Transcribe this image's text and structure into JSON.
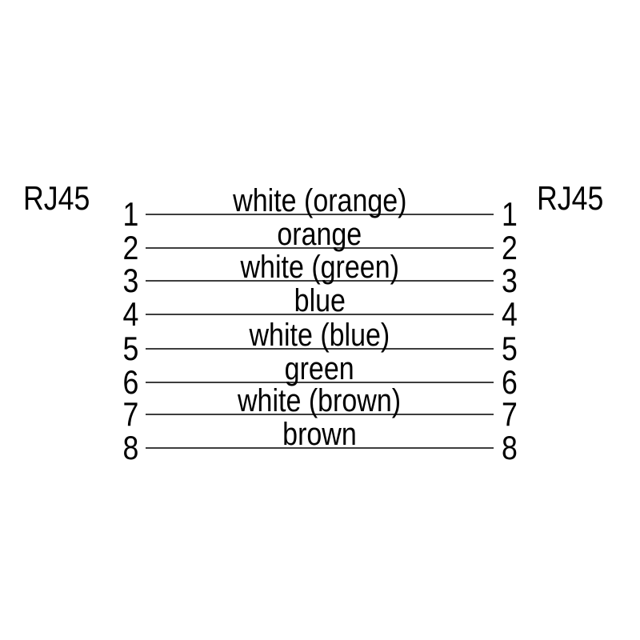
{
  "diagram": {
    "left_connector_label": "RJ45",
    "right_connector_label": "RJ45",
    "line_color": "#3d3d3d",
    "text_color": "#000000",
    "background_color": "#ffffff",
    "pins": [
      {
        "left_pin": "1",
        "wire_label": "white (orange)",
        "right_pin": "1"
      },
      {
        "left_pin": "2",
        "wire_label": "orange",
        "right_pin": "2"
      },
      {
        "left_pin": "3",
        "wire_label": "white (green)",
        "right_pin": "3"
      },
      {
        "left_pin": "4",
        "wire_label": "blue",
        "right_pin": "4"
      },
      {
        "left_pin": "5",
        "wire_label": "white (blue)",
        "right_pin": "5"
      },
      {
        "left_pin": "6",
        "wire_label": "green",
        "right_pin": "6"
      },
      {
        "left_pin": "7",
        "wire_label": "white (brown)",
        "right_pin": "7"
      },
      {
        "left_pin": "8",
        "wire_label": "brown",
        "right_pin": "8"
      }
    ]
  }
}
